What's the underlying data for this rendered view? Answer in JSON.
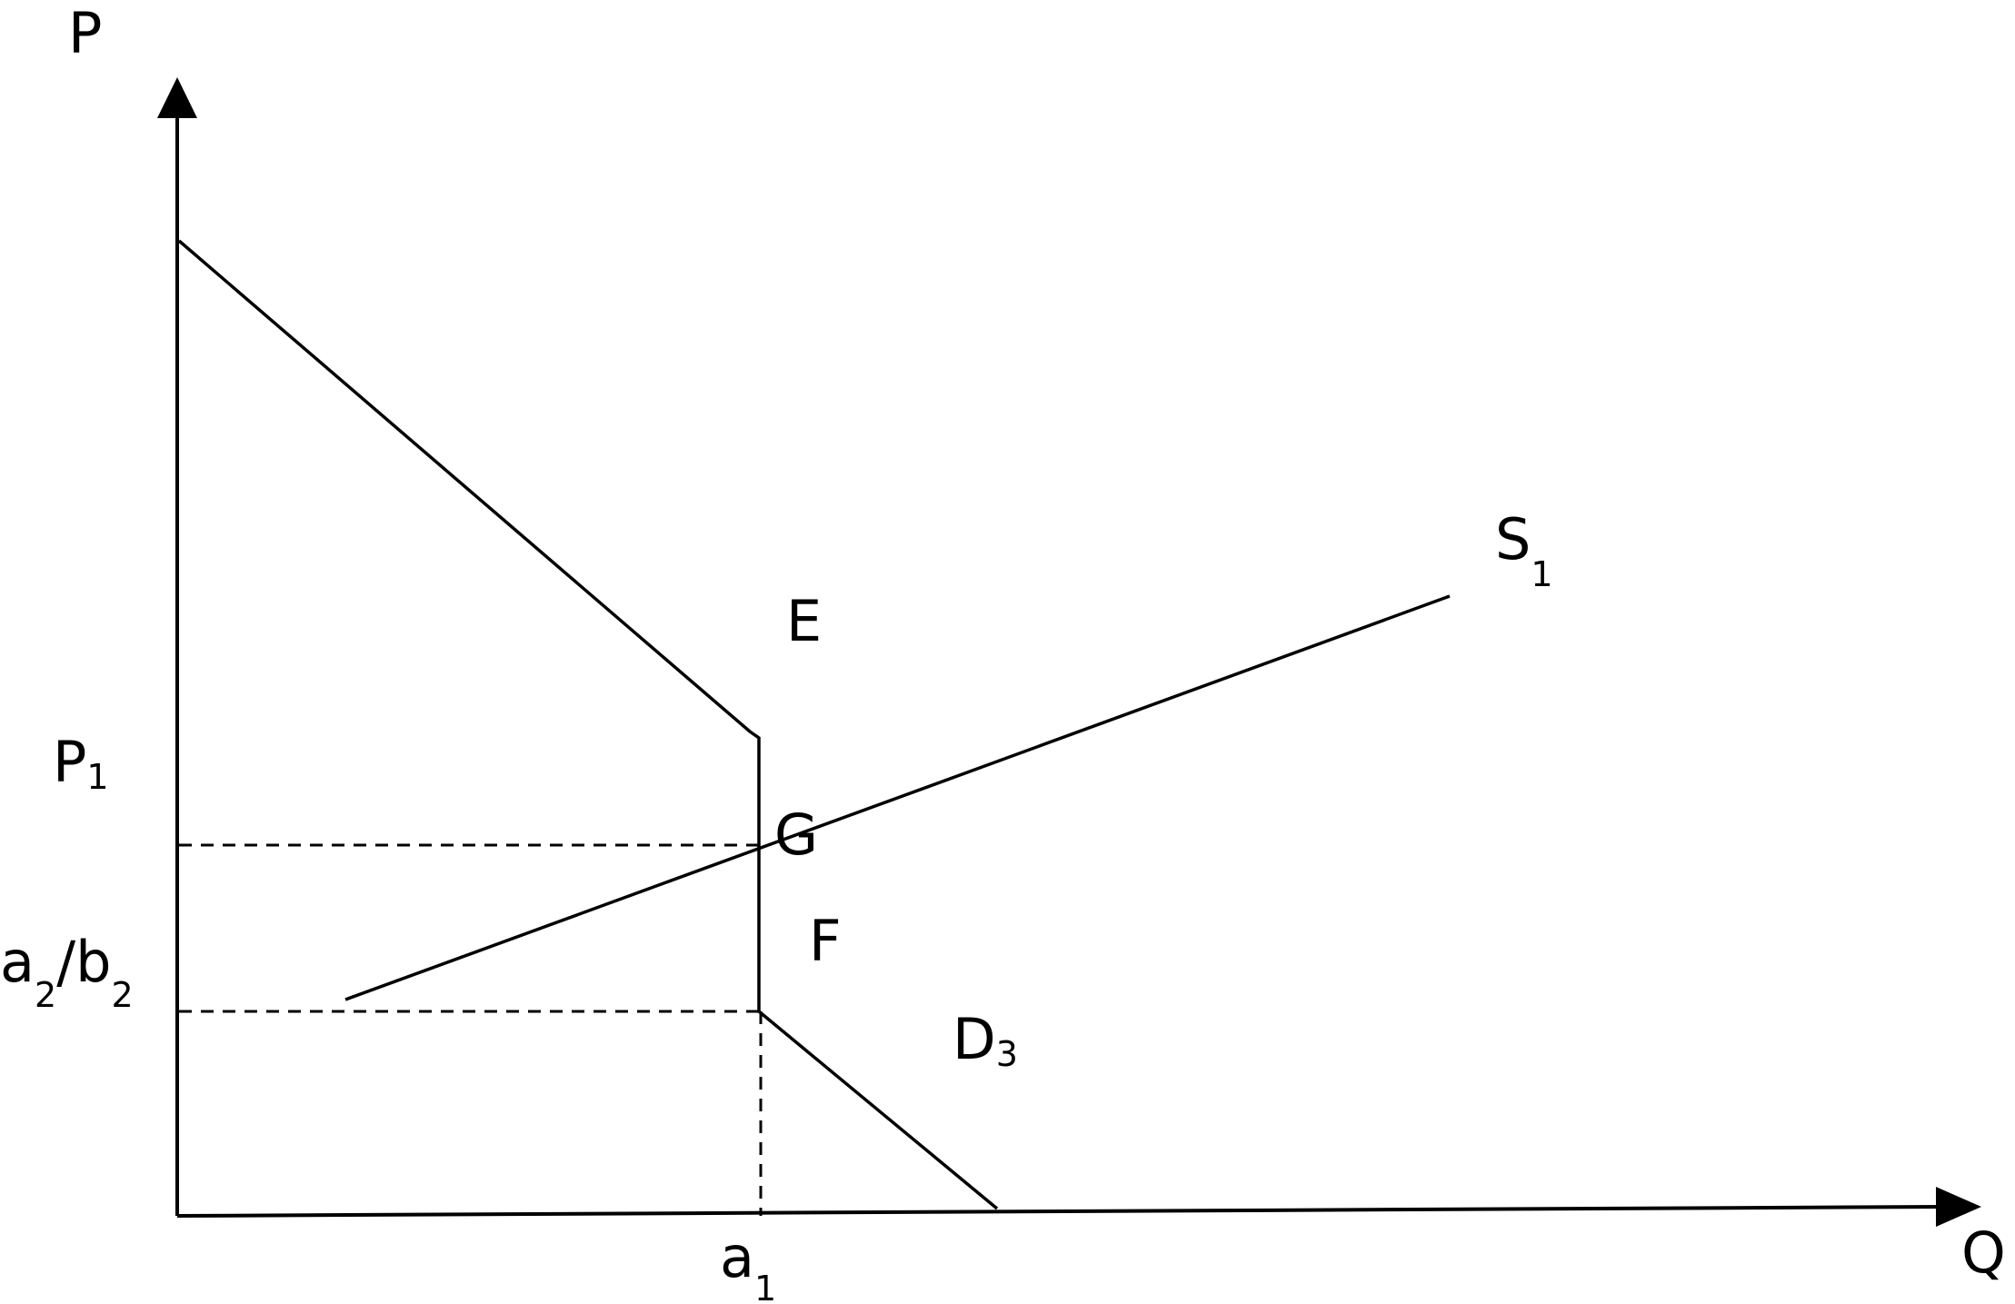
{
  "diagram": {
    "axes": {
      "y_label": "P",
      "x_label": "Q"
    },
    "labels": {
      "p1": {
        "main": "P",
        "sub": "1"
      },
      "a2b2": {
        "a": "a",
        "a_sub": "2",
        "slash_b": "/b",
        "b_sub": "2"
      },
      "a1": {
        "main": "a",
        "sub": "1"
      },
      "s1": {
        "main": "S",
        "sub": "1"
      },
      "d3": {
        "main": "D",
        "sub": "3"
      },
      "point_e": "E",
      "point_g": "G",
      "point_f": "F"
    },
    "colors": {
      "line": "#000000",
      "background": "#ffffff"
    },
    "line_styles": {
      "curves": "solid",
      "guides": "dashed"
    }
  }
}
